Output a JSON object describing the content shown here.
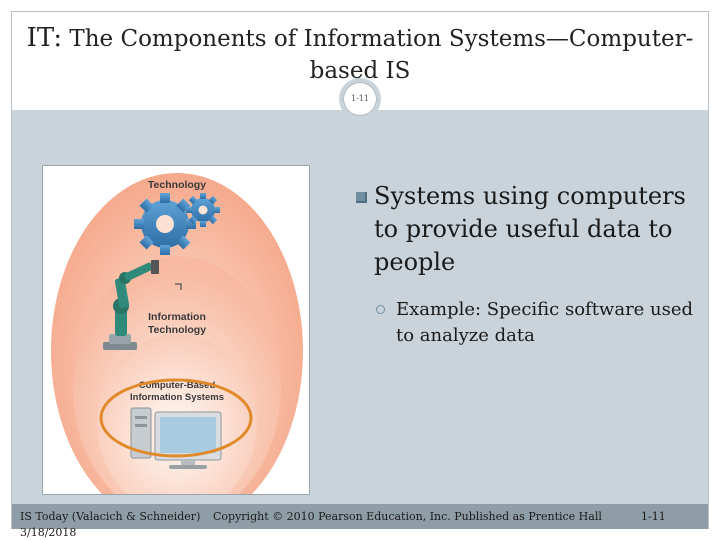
{
  "slide": {
    "title_prefix": "IT:",
    "title_line1": " The Components of Information Systems—Computer-",
    "title_line2": "based IS",
    "badge": "1-11"
  },
  "figure": {
    "label_technology": "Technology",
    "label_it_1": "Information",
    "label_it_2": "Technology",
    "label_cbis_1": "Computer-Based",
    "label_cbis_2": "Information Systems"
  },
  "bullets": {
    "main": "Systems using computers to provide useful data to people",
    "sub": "Example: Specific software used to analyze data"
  },
  "footer": {
    "source": "IS Today (Valacich & Schneider)",
    "date": "3/18/2018",
    "copyright": "Copyright © 2010 Pearson Education, Inc. Published as Prentice Hall",
    "page": "1-11"
  },
  "colors": {
    "band": "#c9d3d9",
    "footer": "#8f9ea6",
    "bullet": "#6f8fa0",
    "highlight_ring": "#e08a2c"
  }
}
